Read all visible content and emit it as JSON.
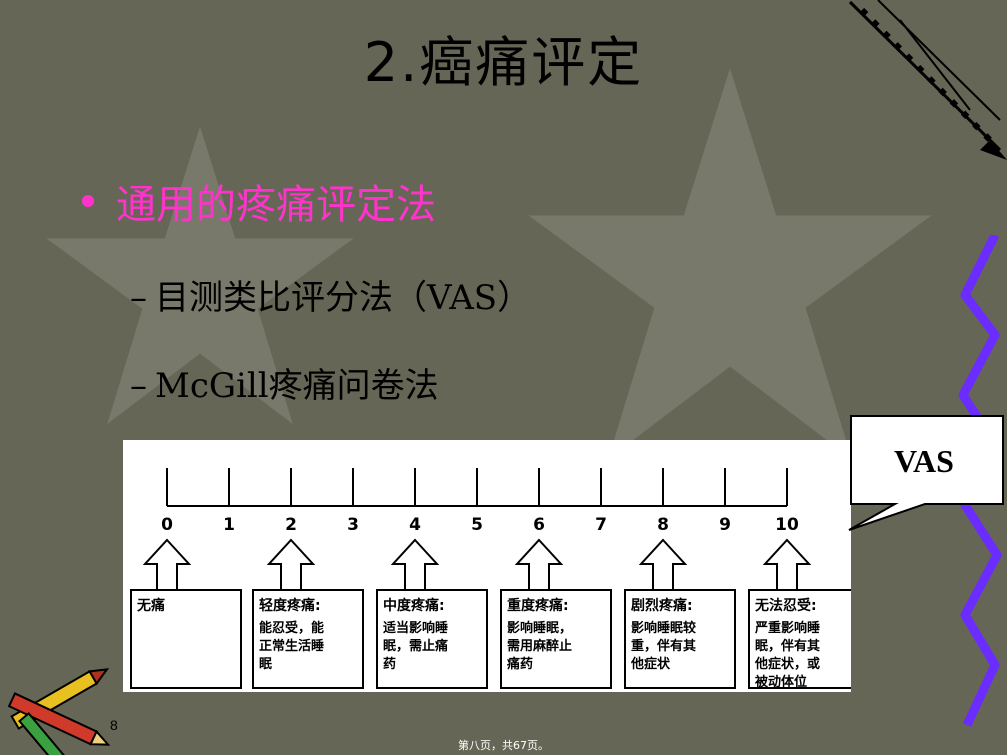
{
  "slide": {
    "title": "2.癌痛评定",
    "bullet": "通用的疼痛评定法",
    "sub_items": [
      "目测类比评分法（VAS）",
      "McGill疼痛问卷法"
    ],
    "callout": "VAS",
    "page_number": "8",
    "footer": "第八页，共67页。"
  },
  "vas": {
    "scale": [
      "0",
      "1",
      "2",
      "3",
      "4",
      "5",
      "6",
      "7",
      "8",
      "9",
      "10"
    ],
    "boxes": [
      {
        "heading": "无痛",
        "lines": []
      },
      {
        "heading": "轻度疼痛:",
        "lines": [
          "能忍受，能",
          "正常生活睡",
          "眠"
        ]
      },
      {
        "heading": "中度疼痛:",
        "lines": [
          "适当影响睡",
          "眠，需止痛",
          "药"
        ]
      },
      {
        "heading": "重度疼痛:",
        "lines": [
          "影响睡眠，",
          "需用麻醉止",
          "痛药"
        ]
      },
      {
        "heading": "剧烈疼痛:",
        "lines": [
          "影响睡眠较",
          "重，伴有其",
          "他症状"
        ]
      },
      {
        "heading": "无法忍受:",
        "lines": [
          "严重影响睡",
          "眠，伴有其",
          "他症状，或",
          "被动体位"
        ]
      }
    ]
  },
  "colors": {
    "background": "#666656",
    "bullet": "#ff33cc",
    "zigzag": "#6a2cff"
  }
}
